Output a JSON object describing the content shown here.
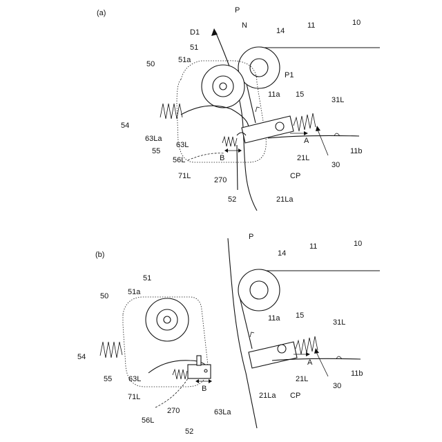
{
  "figure": {
    "panels": [
      {
        "id": "a",
        "panel_label": "(a)",
        "labels": {
          "P": "P",
          "D1": "D1",
          "N": "N",
          "r14": "14",
          "r11": "11",
          "r10": "10",
          "r51": "51",
          "r51a": "51a",
          "r50": "50",
          "P1": "P1",
          "r11a": "11a",
          "r15": "15",
          "r31L": "31L",
          "r54": "54",
          "r63La": "63La",
          "r63L": "63L",
          "r55": "55",
          "A": "A",
          "r56L": "56L",
          "B": "B",
          "r21L": "21L",
          "r11b": "11b",
          "r30": "30",
          "r71L": "71L",
          "r270": "270",
          "CP": "CP",
          "r52": "52",
          "r21La": "21La"
        }
      },
      {
        "id": "b",
        "panel_label": "(b)",
        "labels": {
          "P": "P",
          "r14": "14",
          "r11": "11",
          "r10": "10",
          "r51": "51",
          "r51a": "51a",
          "r50": "50",
          "r11a": "11a",
          "r15": "15",
          "r31L": "31L",
          "r54": "54",
          "A": "A",
          "r11b": "11b",
          "r55": "55",
          "r63L": "63L",
          "r21L": "21L",
          "r30": "30",
          "B": "B",
          "r71L": "71L",
          "r21La": "21La",
          "CP": "CP",
          "r63La": "63La",
          "r56L": "56L",
          "r270": "270",
          "r52": "52"
        }
      }
    ]
  }
}
